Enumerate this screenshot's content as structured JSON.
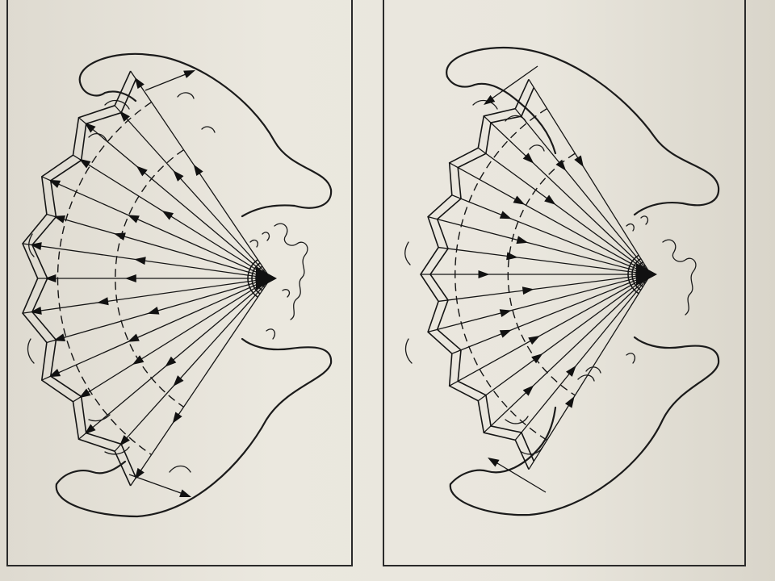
{
  "figure": {
    "panels": [
      {
        "id": "left",
        "arrow_direction": "outward"
      },
      {
        "id": "right",
        "arrow_direction": "inward"
      }
    ],
    "colors": {
      "ink": "#151515",
      "paper": "#e9e6dd"
    }
  }
}
